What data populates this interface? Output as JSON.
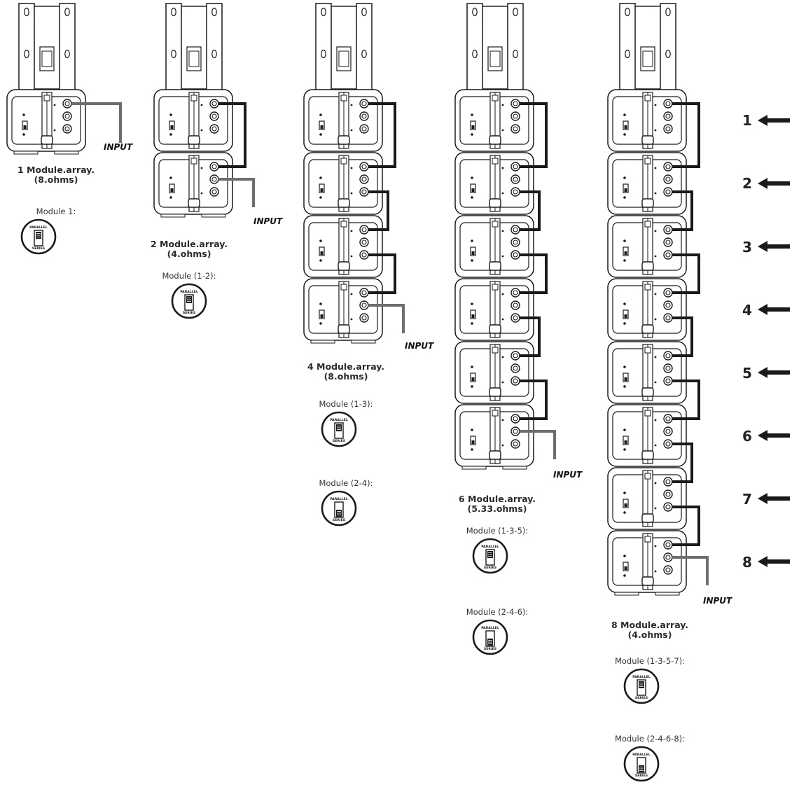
{
  "arrays": [
    {
      "caption_line1": "1 Module.array.",
      "caption_line2": "(8.ohms)",
      "modules": 1,
      "switches": [
        {
          "label": "Module 1:",
          "setting": "parallel"
        }
      ]
    },
    {
      "caption_line1": "2 Module.array.",
      "caption_line2": "(4.ohms)",
      "modules": 2,
      "switches": [
        {
          "label": "Module (1-2):",
          "setting": "parallel"
        }
      ]
    },
    {
      "caption_line1": "4 Module.array.",
      "caption_line2": "(8.ohms)",
      "modules": 4,
      "switches": [
        {
          "label": "Module (1-3):",
          "setting": "parallel"
        },
        {
          "label": "Module (2-4):",
          "setting": "series"
        }
      ]
    },
    {
      "caption_line1": "6 Module.array.",
      "caption_line2": "(5.33.ohms)",
      "modules": 6,
      "switches": [
        {
          "label": "Module (1-3-5):",
          "setting": "parallel"
        },
        {
          "label": "Module (2-4-6):",
          "setting": "series"
        }
      ]
    },
    {
      "caption_line1": "8 Module.array.",
      "caption_line2": "(4.ohms)",
      "modules": 8,
      "switches": [
        {
          "label": "Module (1-3-5-7):",
          "setting": "parallel"
        },
        {
          "label": "Module (2-4-6-8):",
          "setting": "series"
        }
      ]
    }
  ],
  "input_label": "INPUT",
  "switch_text": {
    "top": "PARALLEL",
    "bottom": "SERIES"
  },
  "positions": [
    "1",
    "2",
    "3",
    "4",
    "5",
    "6",
    "7",
    "8"
  ],
  "colors": {
    "line": "#1a1a1a",
    "cable_link": "#1a1a1a",
    "cable_input": "#6e6e6e"
  }
}
